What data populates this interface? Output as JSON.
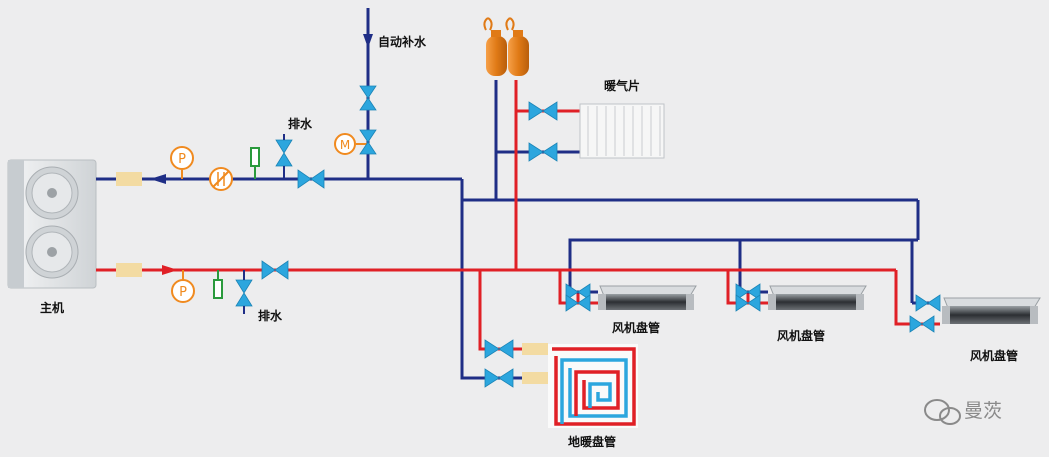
{
  "labels": {
    "main_unit": "主机",
    "auto_refill": "自动补水",
    "drain_top": "排水",
    "drain_bottom": "排水",
    "radiator": "暖气片",
    "fan_coil_1": "风机盘管",
    "fan_coil_2": "风机盘管",
    "fan_coil_3": "风机盘管",
    "floor_heating": "地暖盘管",
    "pump_symbol_top": "P",
    "pump_symbol_bottom": "P",
    "motor_valve_symbol": "M",
    "watermark": "曼茨"
  },
  "colors": {
    "supply_pipe": "#e02026",
    "return_pipe": "#1f2e86",
    "valve": "#2ca6de",
    "gauge": "#f08a1f",
    "expansion_tank": "#e07a16",
    "filter": "#f3dba2",
    "strainer": "#2a9a3c",
    "background": "#ededee"
  }
}
